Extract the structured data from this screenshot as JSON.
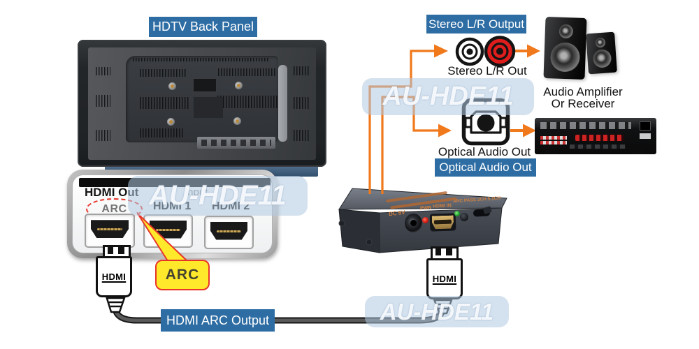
{
  "badges": {
    "hdtv_back_panel": "HDTV Back Panel",
    "stereo_lr_output": "Stereo L/R Output",
    "optical_audio_out": "Optical Audio Out",
    "hdmi_arc_output": "HDMI ARC Output"
  },
  "captions": {
    "stereo_lr_out": "Stereo L/R Out",
    "optical_audio_out": "Optical Audio Out",
    "amplifier_line1": "Audio Amplifier",
    "amplifier_line2": "Or Receiver"
  },
  "tv_panel": {
    "hdmi_out": "HDMI Out",
    "input": "Input",
    "arc": "ARC",
    "hdmi1": "HDMI 1",
    "hdmi2": "HDMI 2"
  },
  "callout": {
    "arc": "ARC"
  },
  "plug": {
    "hdmi": "HDMI"
  },
  "extractor": {
    "dc_5v": "DC 5V",
    "pwr": "PWR",
    "hdmi_in": "HDMI IN",
    "mode": "ARC PASS 2CH 5.1CH"
  },
  "watermark": {
    "text": "AU-HDE11"
  },
  "colors": {
    "label_blue": "#2E6DA4",
    "arrow_orange": "#F0791C",
    "callout_yellow": "#FFE92A",
    "callout_red": "#E8352A",
    "rca_red": "#E01D1D",
    "watermark_blue": "#BFD3E8"
  }
}
